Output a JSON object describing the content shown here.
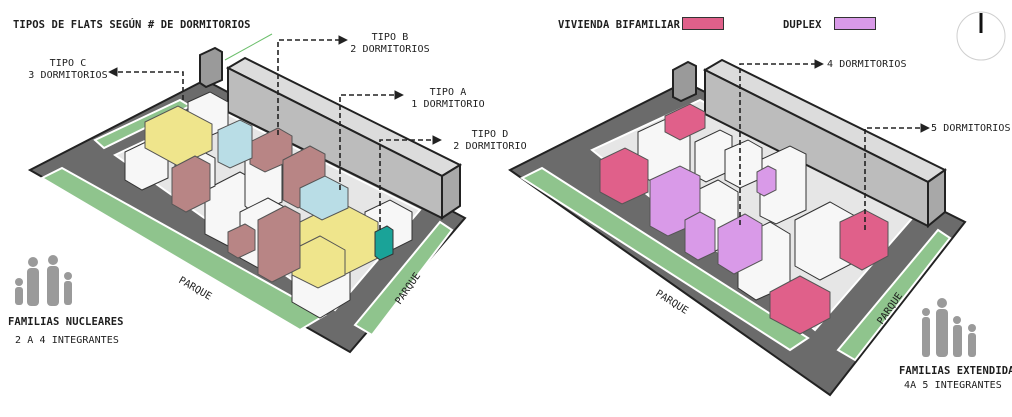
{
  "left_panel": {
    "title": "TIPOS DE FLATS SEGÚN # DE DORMITORIOS",
    "callouts": [
      {
        "id": "tipo-c",
        "name": "TIPO C",
        "detail": "3 DORMITORIOS",
        "color": "#efe58c"
      },
      {
        "id": "tipo-b",
        "name": "TIPO B",
        "detail": "2 DORMITORIOS",
        "color": "#b88585"
      },
      {
        "id": "tipo-a",
        "name": "TIPO A",
        "detail": "1 DORMITORIO",
        "color": "#b9dde6"
      },
      {
        "id": "tipo-d",
        "name": "TIPO D",
        "detail": "2 DORMITORIO",
        "color": "#1aa398"
      }
    ],
    "park_labels": [
      "PARQUE",
      "PARQUE"
    ],
    "family_title": "FAMILIAS NUCLEARES",
    "family_detail": "2 A 4 INTEGRANTES"
  },
  "right_panel": {
    "legend": [
      {
        "label": "VIVIENDA BIFAMILIAR",
        "color": "#e0608a"
      },
      {
        "label": "DUPLEX",
        "color": "#d99ae8"
      }
    ],
    "callouts": [
      {
        "id": "4-dorm",
        "detail": "4 DORMITORIOS"
      },
      {
        "id": "5-dorm",
        "detail": "5 DORMITORIOS"
      }
    ],
    "park_labels": [
      "PARQUE",
      "PARQUE"
    ],
    "family_title": "FAMILIAS EXTENDIDAS",
    "family_detail": "4A 5 INTEGRANTES"
  },
  "colors": {
    "street": "#6b6b6b",
    "park": "#8fc48d",
    "building": "#f7f7f7",
    "tower": "#c7c7c7",
    "silhouette": "#9a9a9a"
  }
}
